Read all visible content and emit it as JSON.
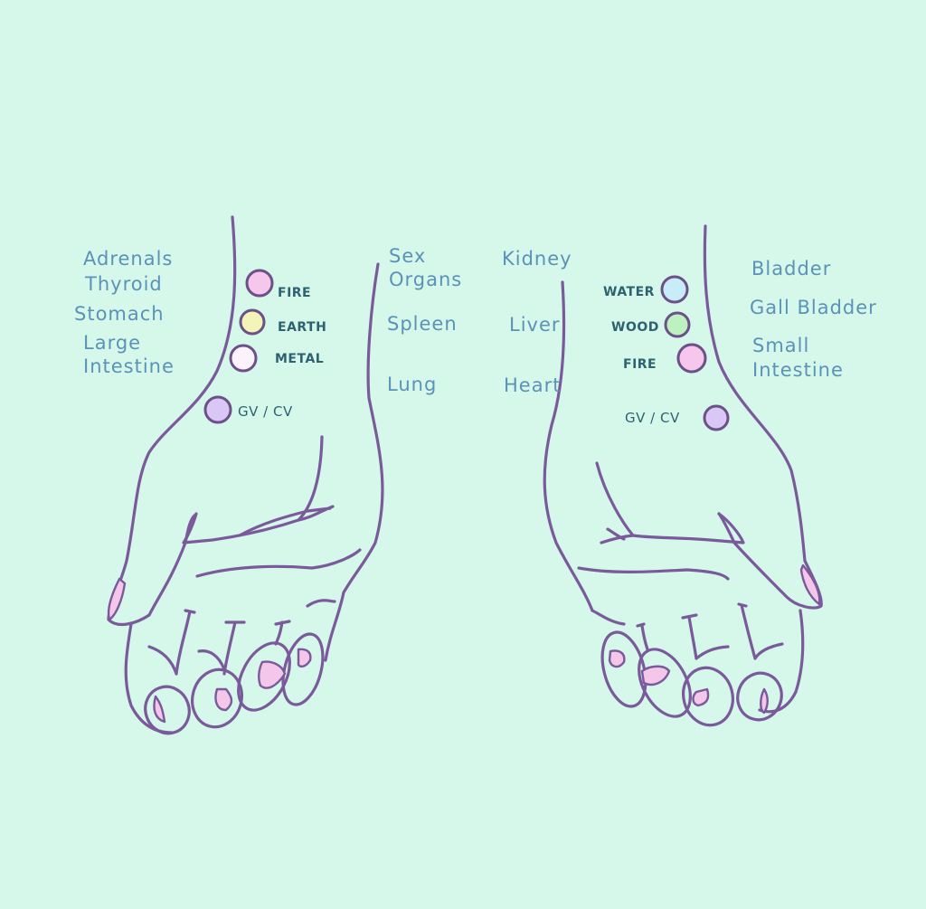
{
  "colors": {
    "background": "#d5f8ea",
    "outline": "#7a5a9a",
    "organ_text": "#5b92b8",
    "element_text": "#2e6270",
    "nail": "#f4c6ea"
  },
  "left_hand": {
    "outer_organs": [
      {
        "label": "Adrenals"
      },
      {
        "label": "Thyroid"
      },
      {
        "label": "Stomach"
      },
      {
        "label": "Large\nIntestine"
      }
    ],
    "inner_organs": [
      {
        "label": "Sex\nOrgans"
      },
      {
        "label": "Spleen"
      },
      {
        "label": "Lung"
      }
    ],
    "points": [
      {
        "element": "FIRE",
        "color": "#f6c6ec"
      },
      {
        "element": "EARTH",
        "color": "#f3f5b8"
      },
      {
        "element": "METAL",
        "color": "#fbf3fb"
      },
      {
        "element": "GV / CV",
        "color": "#d9c8f5"
      }
    ]
  },
  "right_hand": {
    "inner_organs": [
      {
        "label": "Kidney"
      },
      {
        "label": "Liver"
      },
      {
        "label": "Heart"
      }
    ],
    "outer_organs": [
      {
        "label": "Bladder"
      },
      {
        "label": "Gall Bladder"
      },
      {
        "label": "Small\nIntestine"
      }
    ],
    "points": [
      {
        "element": "WATER",
        "color": "#c9ecfb"
      },
      {
        "element": "WOOD",
        "color": "#bdf2c0"
      },
      {
        "element": "FIRE",
        "color": "#f6c6ec"
      },
      {
        "element": "GV / CV",
        "color": "#d9c8f5"
      }
    ]
  }
}
